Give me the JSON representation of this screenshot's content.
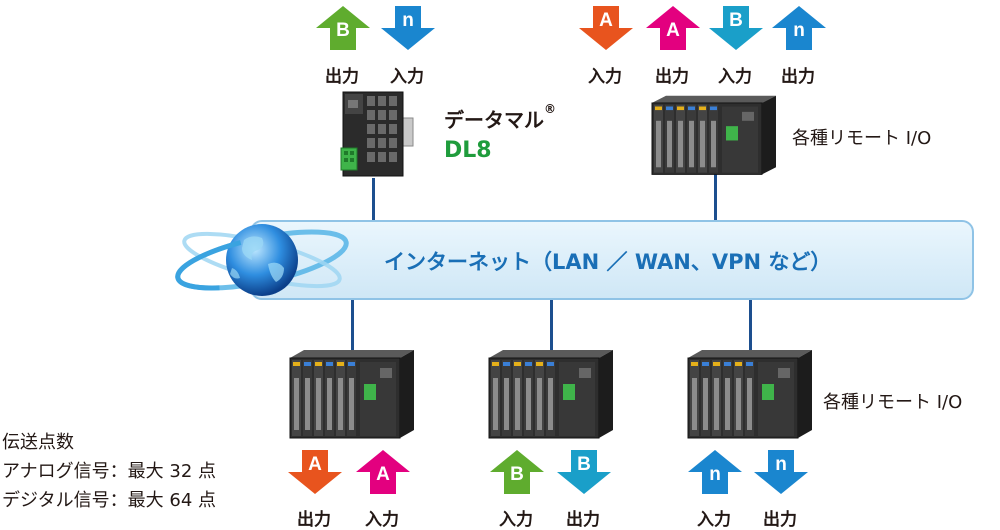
{
  "network": {
    "label": "インターネット（LAN ／ WAN、VPN など）"
  },
  "dl8": {
    "name": "データマル",
    "reg_mark": "®",
    "model": "DL8"
  },
  "remote_io": {
    "top_label": "各種リモート I/O",
    "bottom_label": "各種リモート I/O"
  },
  "transmission": {
    "title": "伝送点数",
    "analog": "アナログ信号：最大 32 点",
    "digital": "デジタル信号：最大 64 点"
  },
  "signal_types": {
    "A": {
      "color": "#e8541e",
      "alt_color": "#e3007f"
    },
    "B": {
      "color": "#5fac2e",
      "alt_color": "#1a9fc9"
    },
    "n": {
      "color": "#1a86cf"
    }
  },
  "arrows": {
    "top_left": [
      {
        "letter": "B",
        "direction": "up",
        "label": "出力"
      },
      {
        "letter": "n",
        "direction": "down",
        "label": "入力"
      }
    ],
    "top_right": [
      {
        "letter": "A",
        "direction": "down",
        "label": "入力"
      },
      {
        "letter": "A",
        "direction": "up",
        "label": "出力"
      },
      {
        "letter": "B",
        "direction": "down",
        "label": "入力"
      },
      {
        "letter": "n",
        "direction": "up",
        "label": "出力"
      }
    ],
    "bottom_left": [
      {
        "letter": "A",
        "direction": "down",
        "label": "出力"
      },
      {
        "letter": "A",
        "direction": "up",
        "label": "入力"
      }
    ],
    "bottom_mid": [
      {
        "letter": "B",
        "direction": "up",
        "label": "入力"
      },
      {
        "letter": "B",
        "direction": "down",
        "label": "出力"
      }
    ],
    "bottom_right": [
      {
        "letter": "n",
        "direction": "up",
        "label": "入力"
      },
      {
        "letter": "n",
        "direction": "down",
        "label": "出力"
      }
    ]
  },
  "colors": {
    "line": "#1d4f8f",
    "network_fill": "#dbeef9",
    "network_border": "#8fc3e6",
    "network_text": "#1a6fb6",
    "dl8_green": "#1f9c3c"
  }
}
